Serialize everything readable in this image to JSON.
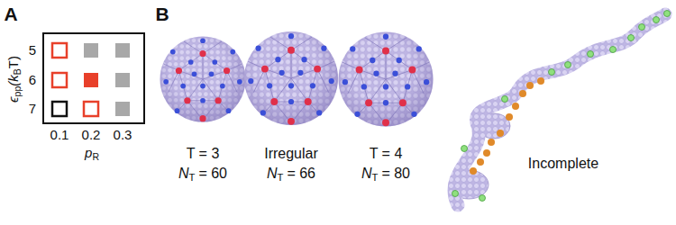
{
  "diagram": {
    "labels": [
      "A",
      "ϵ",
      "pp",
      "(k",
      "B",
      "T)",
      "5",
      "6",
      "7",
      "0.1",
      "0.2",
      "0.3",
      "p",
      "R",
      "B",
      "T = 3",
      "N",
      "T",
      "= 60",
      "Irregular",
      "N",
      "T",
      "= 66",
      "T = 4",
      "N",
      "T",
      "= 80",
      "Incomplete"
    ]
  }
}
